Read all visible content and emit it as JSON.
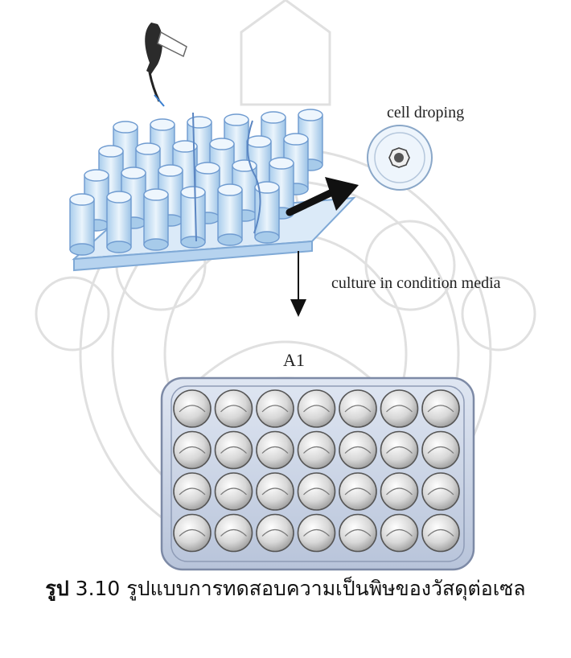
{
  "labels": {
    "cell_droping": "cell droping",
    "culture": "culture in condition media",
    "plate_label": "A1"
  },
  "caption": {
    "prefix": "รูป",
    "number": "3.10",
    "text": "รูปแบบการทดสอบความเป็นพิษของวัสดุต่อเซล"
  },
  "plate": {
    "rows": 4,
    "cols": 7
  },
  "colors": {
    "well_fill": "#dcdcdc",
    "plate_fill": "#c9d3e4",
    "tube_fill": "#cfe4f7",
    "watermark": "#e3e3e3"
  }
}
